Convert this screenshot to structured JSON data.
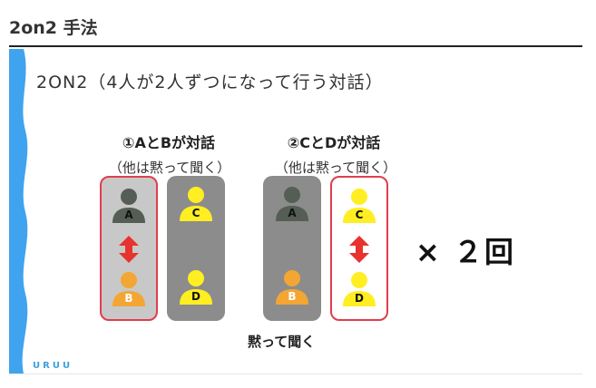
{
  "page_title": "2on2 手法",
  "slide": {
    "heading": "2ON2（4人が2人ずつになって行う対話）",
    "groups": [
      {
        "title": "①AとBが対話",
        "subtitle": "（他は黙って聞く）",
        "cards": [
          {
            "people": [
              {
                "label": "A",
                "color": "#555e55"
              },
              {
                "label": "B",
                "color": "#f3a633"
              }
            ],
            "active": true
          },
          {
            "people": [
              {
                "label": "C",
                "color": "#ffee22"
              },
              {
                "label": "D",
                "color": "#ffee22"
              }
            ],
            "active": false
          }
        ]
      },
      {
        "title": "②CとDが対話",
        "subtitle": "（他は黙って聞く）",
        "cards": [
          {
            "people": [
              {
                "label": "A",
                "color": "#555e55"
              },
              {
                "label": "B",
                "color": "#f3a633"
              }
            ],
            "active": false
          },
          {
            "people": [
              {
                "label": "C",
                "color": "#ffee22"
              },
              {
                "label": "D",
                "color": "#ffee22"
              }
            ],
            "active": true
          }
        ]
      }
    ],
    "repeat_label": "× ２回",
    "listen_caption": "黙って聞く",
    "logo": "URUU"
  },
  "colors": {
    "wave_blue": "#3fa3ef",
    "active_border": "#e03e4d",
    "arrow_red": "#e8322d",
    "dark_card": "#8c8c8c",
    "light_card": "#c8c8c8"
  },
  "icons": [
    "person-icon",
    "double-arrow-icon"
  ]
}
